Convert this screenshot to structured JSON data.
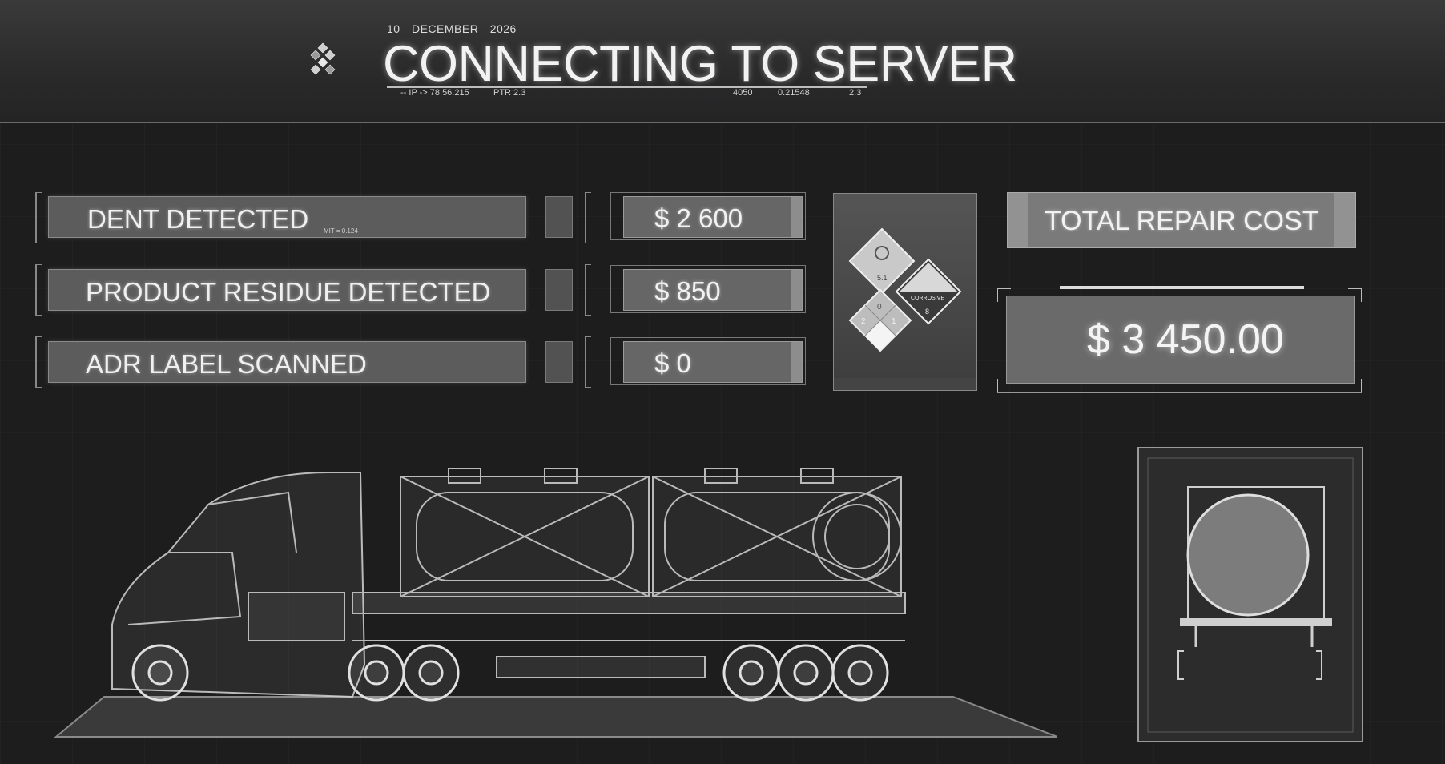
{
  "header": {
    "date": "10  DECEMBER  2026",
    "title": "CONNECTING TO SERVER",
    "meta": {
      "ip": "-- IP ->  78.56.215",
      "ptr": "PTR      2.3",
      "n1": "4050",
      "n2": "0.21548",
      "n3": "2.3"
    }
  },
  "detections": [
    {
      "label": "DENT DETECTED",
      "note": "MIT = 0.124",
      "value": "$ 2 600"
    },
    {
      "label": "PRODUCT RESIDUE DETECTED",
      "note": "",
      "value": "$ 850"
    },
    {
      "label": "ADR LABEL SCANNED",
      "note": "",
      "value": "$ 0"
    }
  ],
  "hazard": {
    "class_top": "5.1",
    "corrosive": "CORROSIVE",
    "class_corrosive": "8",
    "nfpa": [
      "0",
      "2",
      "1"
    ]
  },
  "total": {
    "label": "TOTAL REPAIR COST",
    "value": "$ 3 450.00"
  },
  "colors": {
    "background": "#1d1d1e",
    "panel": "#5c5c5d",
    "text": "#f2f2f2"
  }
}
